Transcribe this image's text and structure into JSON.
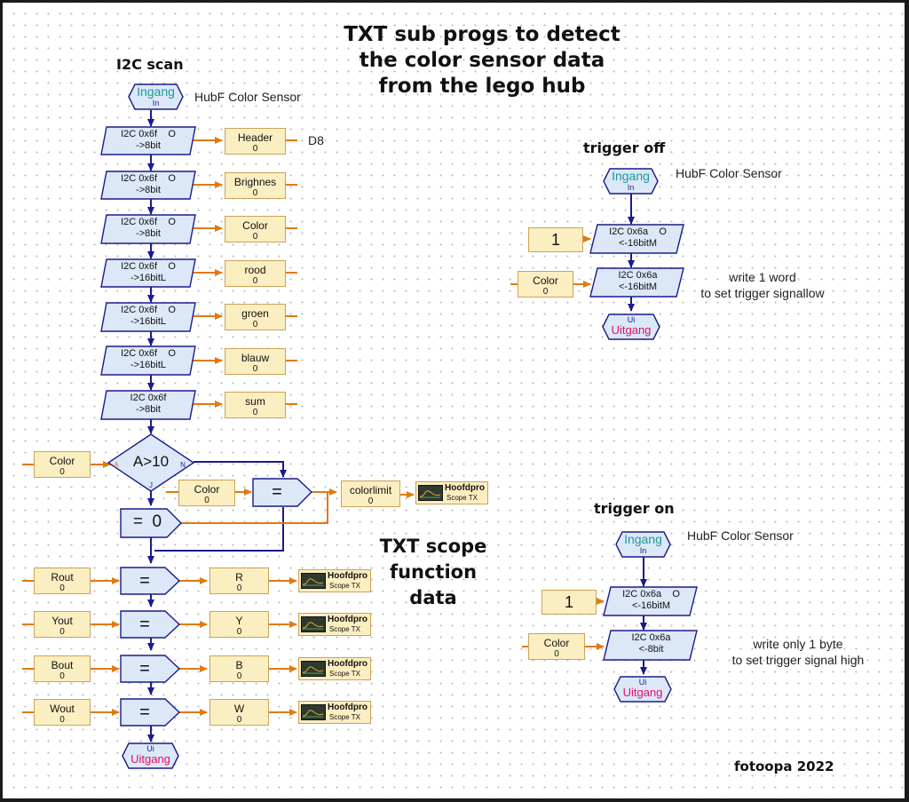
{
  "headings": {
    "main_line1": "TXT sub progs to detect",
    "main_line2": "the color sensor data",
    "main_line3": "from the lego hub",
    "i2c_scan": "I2C scan",
    "trigger_off": "trigger off",
    "trigger_on": "trigger on",
    "scope_line1": "TXT scope",
    "scope_line2": "function",
    "scope_line3": "data",
    "credit": "fotoopa 2022"
  },
  "common": {
    "ingang": "Ingang",
    "in_small": "In",
    "ui_small": "Ui",
    "uitgang": "Uitgang",
    "small_o": "O",
    "zero": "0",
    "equals": "=",
    "scope_title": "Hoofdpro",
    "scope_sub": "Scope TX"
  },
  "scan": {
    "sensor_label": "HubF Color Sensor",
    "d8_note": "D8",
    "rows": [
      {
        "cmd": "I2C 0x6f",
        "mode": "->8bit",
        "var": "Header"
      },
      {
        "cmd": "I2C 0x6f",
        "mode": "->8bit",
        "var": "Brighnes"
      },
      {
        "cmd": "I2C 0x6f",
        "mode": "->8bit",
        "var": "Color"
      },
      {
        "cmd": "I2C 0x6f",
        "mode": "->16bitL",
        "var": "rood"
      },
      {
        "cmd": "I2C 0x6f",
        "mode": "->16bitL",
        "var": "groen"
      },
      {
        "cmd": "I2C 0x6f",
        "mode": "->16bitL",
        "var": "blauw"
      },
      {
        "cmd": "I2C 0x6f",
        "mode": "->8bit",
        "var": "sum"
      }
    ],
    "decision": "A>10",
    "dec_a": "A",
    "dec_n": "N",
    "dec_j": "J",
    "color_in_left": "Color",
    "color_in_mid": "Color",
    "assign_zero": "=  0",
    "colorlimit": "colorlimit",
    "channels": [
      {
        "input": "Rout",
        "output": "R"
      },
      {
        "input": "Yout",
        "output": "Y"
      },
      {
        "input": "Bout",
        "output": "B"
      },
      {
        "input": "Wout",
        "output": "W"
      }
    ]
  },
  "trigger_off": {
    "sensor_label": "HubF Color Sensor",
    "const": "1",
    "cmd1": "I2C 0x6a",
    "mode1": "<-16bitM",
    "cmd2": "I2C 0x6a",
    "mode2": "<-16bitM",
    "color": "Color",
    "note1": "write 1 word",
    "note2": "to set trigger signallow"
  },
  "trigger_on": {
    "sensor_label": "HubF Color Sensor",
    "const": "1",
    "cmd1": "I2C 0x6a",
    "mode1": "<-16bitM",
    "cmd2": "I2C 0x6a",
    "mode2": "<-8bit",
    "color": "Color",
    "note1": "write only 1 byte",
    "note2": "to set trigger signal high"
  },
  "colors": {
    "flow_arrow": "#1a1a8c",
    "data_arrow": "#e07a10",
    "block_fill": "#dce8f8",
    "var_fill": "#fbeec1",
    "ingang_text": "#1a9a9a",
    "uitgang_text": "#e0106a"
  }
}
